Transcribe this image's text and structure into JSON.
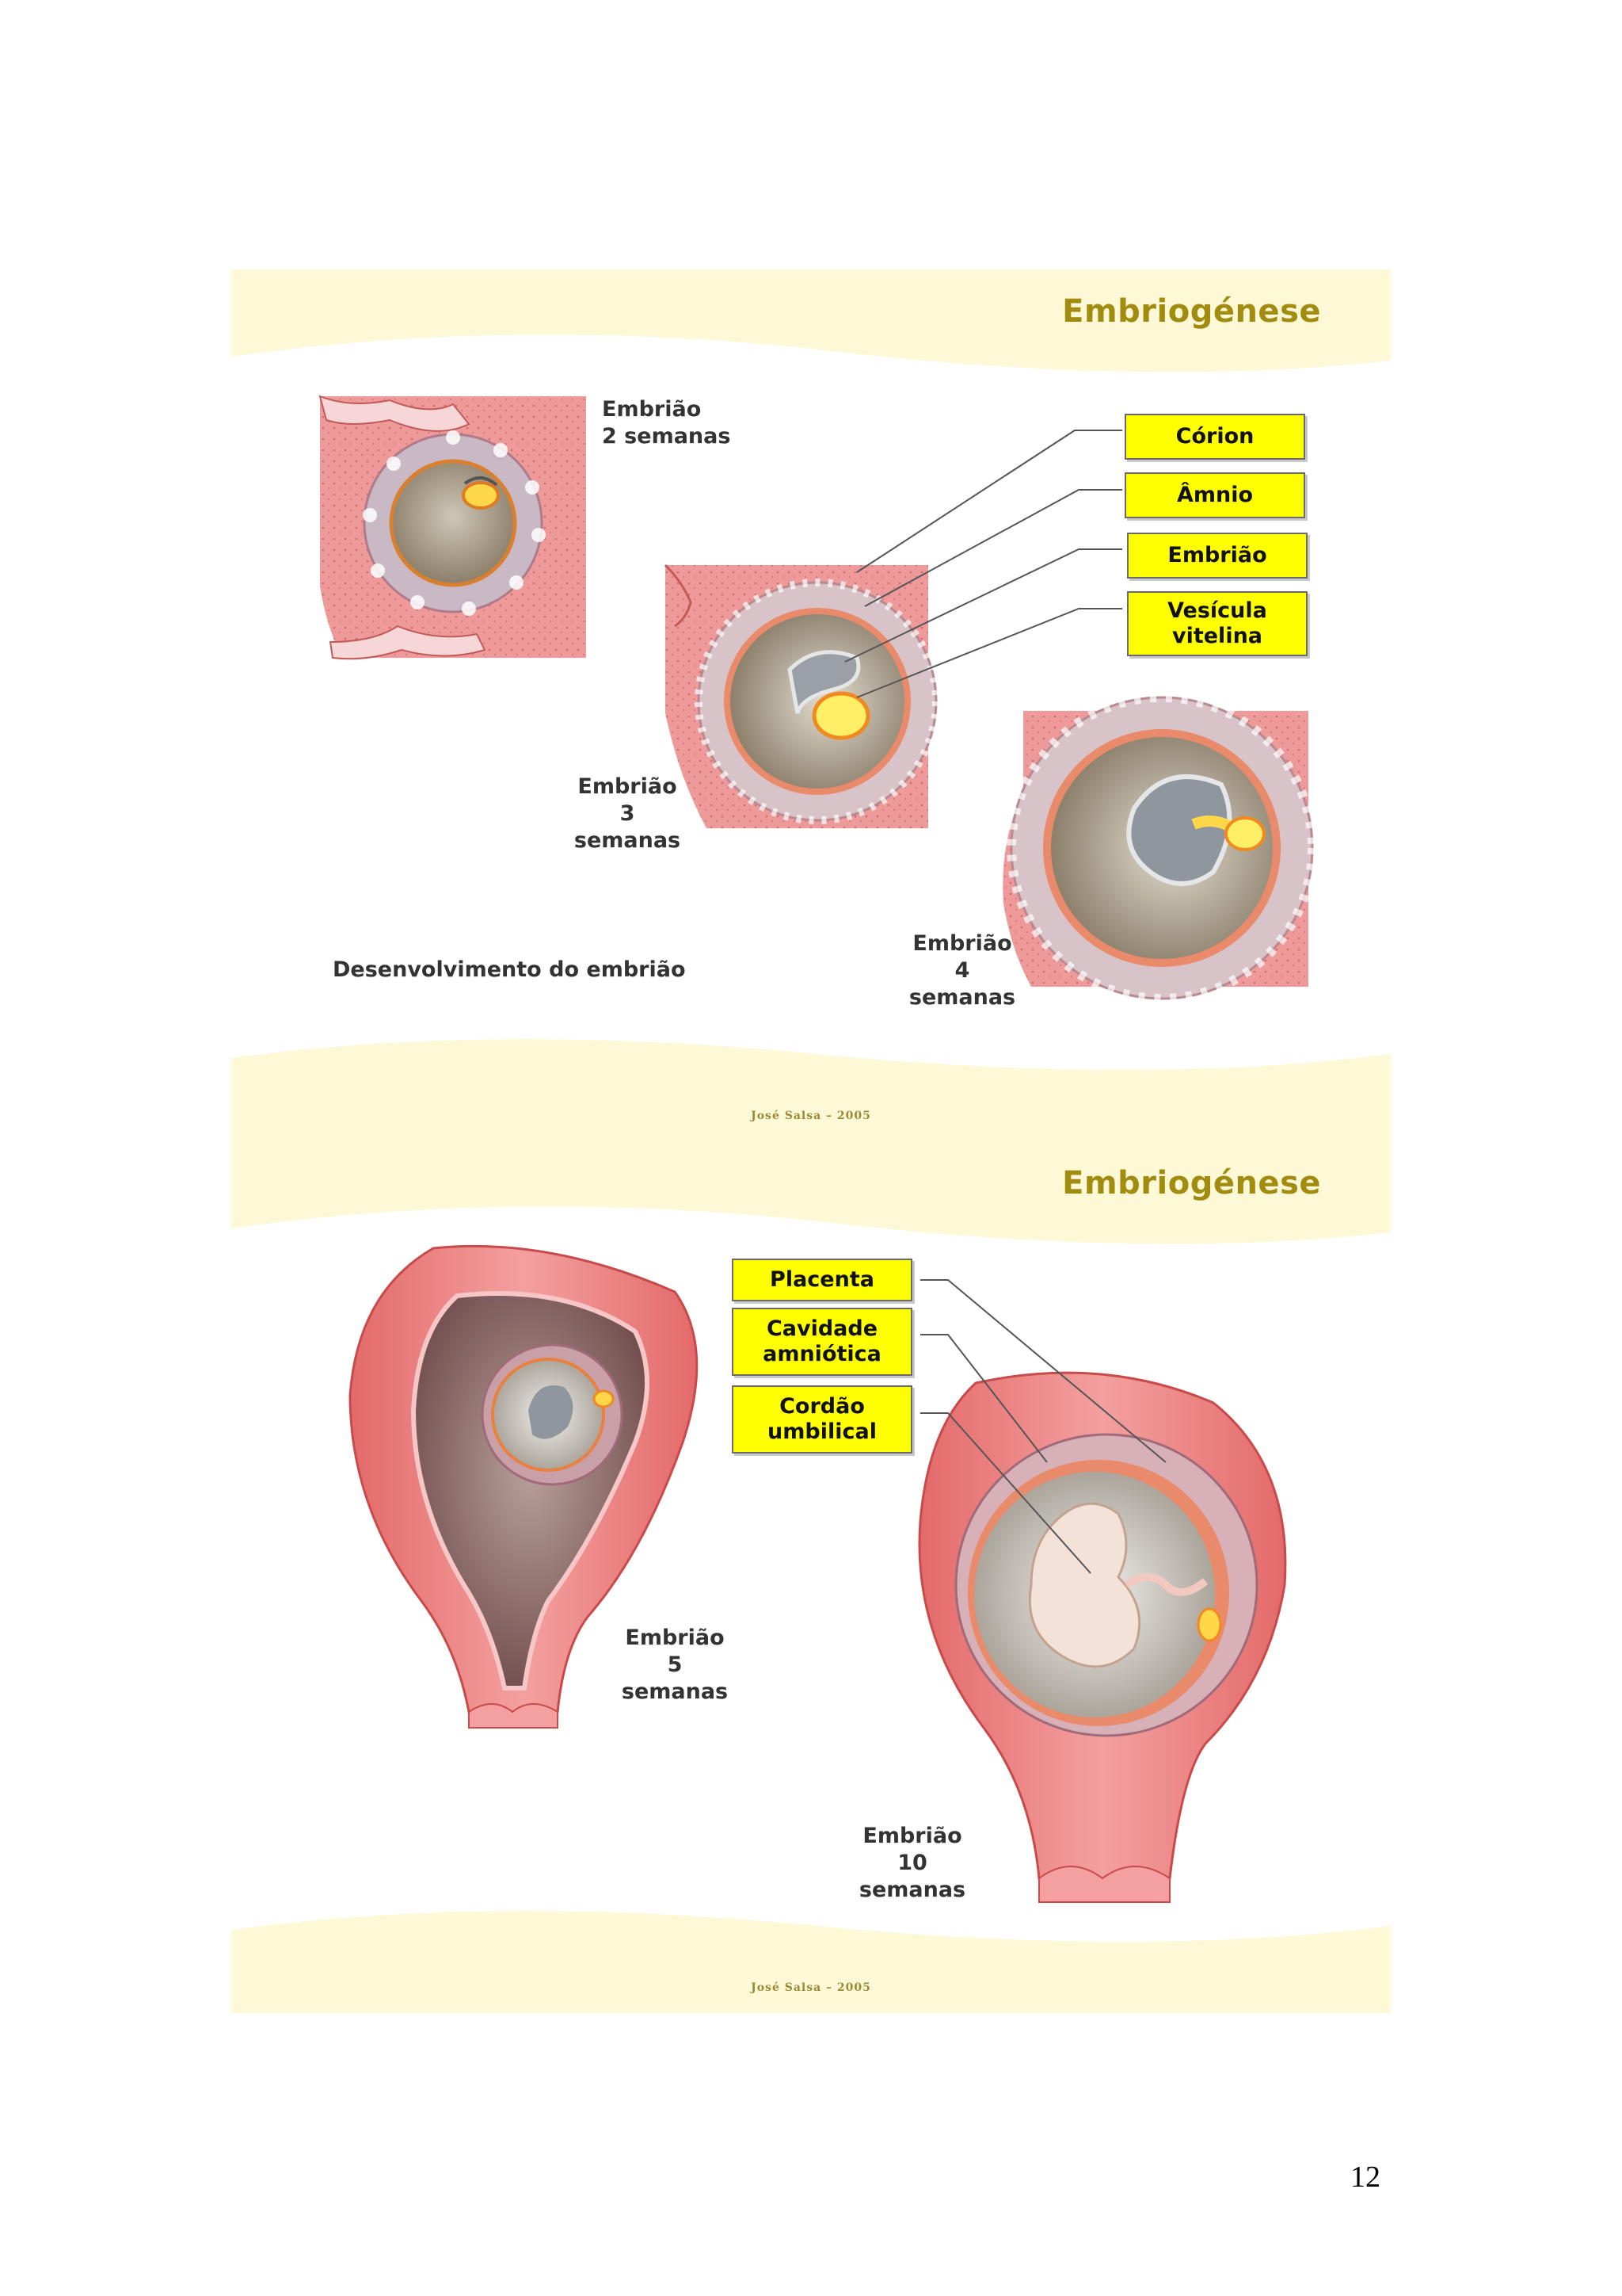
{
  "page_number": "12",
  "slides": [
    {
      "title": "Embriogénese",
      "footer": "José Salsa – 2005",
      "caption": "Desenvolvimento do embrião",
      "stages": [
        {
          "name": "Embrião",
          "age": "2 semanas"
        },
        {
          "name": "Embrião",
          "age": "3 semanas"
        },
        {
          "name": "Embrião",
          "age": "4 semanas"
        }
      ],
      "callouts": [
        "Córion",
        "Âmnio",
        "Embrião",
        "Vesícula vitelina"
      ]
    },
    {
      "title": "Embriogénese",
      "footer": "José Salsa – 2005",
      "stages": [
        {
          "name": "Embrião",
          "age": "5 semanas"
        },
        {
          "name": "Embrião",
          "age": "10 semanas"
        }
      ],
      "callouts": [
        "Placenta",
        "Cavidade amniótica",
        "Cordão umbilical"
      ]
    }
  ],
  "colors": {
    "band": "#fdf9d6",
    "title": "#a28c10",
    "callout_fill": "#ffff00",
    "tissue_pink": "#ec8b8b"
  }
}
